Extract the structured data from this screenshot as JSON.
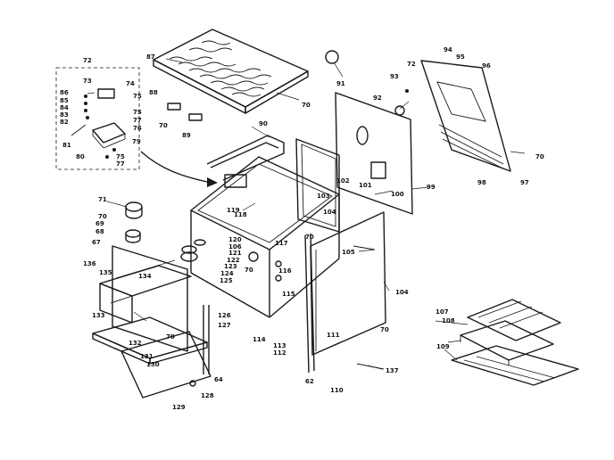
{
  "callouts": [
    {
      "id": "c72a",
      "text": "72"
    },
    {
      "id": "c87",
      "text": "87"
    },
    {
      "id": "c73",
      "text": "73"
    },
    {
      "id": "c74",
      "text": "74"
    },
    {
      "id": "c86",
      "text": "86"
    },
    {
      "id": "c75a",
      "text": "75"
    },
    {
      "id": "c85",
      "text": "85"
    },
    {
      "id": "c75b",
      "text": "75"
    },
    {
      "id": "c84",
      "text": "84"
    },
    {
      "id": "c77a",
      "text": "77"
    },
    {
      "id": "c83",
      "text": "83"
    },
    {
      "id": "c76",
      "text": "76"
    },
    {
      "id": "c82",
      "text": "82"
    },
    {
      "id": "c79",
      "text": "79"
    },
    {
      "id": "c81",
      "text": "81"
    },
    {
      "id": "c80",
      "text": "80"
    },
    {
      "id": "c75c",
      "text": "75"
    },
    {
      "id": "c77b",
      "text": "77"
    },
    {
      "id": "c88",
      "text": "88"
    },
    {
      "id": "c70a",
      "text": "70"
    },
    {
      "id": "c89",
      "text": "89"
    },
    {
      "id": "c70b",
      "text": "70"
    },
    {
      "id": "c91",
      "text": "91"
    },
    {
      "id": "c93",
      "text": "93"
    },
    {
      "id": "c72b",
      "text": "72"
    },
    {
      "id": "c94",
      "text": "94"
    },
    {
      "id": "c95",
      "text": "95"
    },
    {
      "id": "c96",
      "text": "96"
    },
    {
      "id": "c92",
      "text": "92"
    },
    {
      "id": "c90",
      "text": "90"
    },
    {
      "id": "c70c",
      "text": "70"
    },
    {
      "id": "c98",
      "text": "98"
    },
    {
      "id": "c97",
      "text": "97"
    },
    {
      "id": "c99",
      "text": "99"
    },
    {
      "id": "c100",
      "text": "100"
    },
    {
      "id": "c101",
      "text": "101"
    },
    {
      "id": "c102",
      "text": "102"
    },
    {
      "id": "c103",
      "text": "103"
    },
    {
      "id": "c104a",
      "text": "104"
    },
    {
      "id": "c118",
      "text": "118"
    },
    {
      "id": "c119",
      "text": "119"
    },
    {
      "id": "c71",
      "text": "71"
    },
    {
      "id": "c70d",
      "text": "70"
    },
    {
      "id": "c69",
      "text": "69"
    },
    {
      "id": "c68",
      "text": "68"
    },
    {
      "id": "c67",
      "text": "67"
    },
    {
      "id": "c136",
      "text": "136"
    },
    {
      "id": "c135",
      "text": "135"
    },
    {
      "id": "c134",
      "text": "134"
    },
    {
      "id": "c133",
      "text": "133"
    },
    {
      "id": "c132",
      "text": "132"
    },
    {
      "id": "c131",
      "text": "131"
    },
    {
      "id": "c130",
      "text": "130"
    },
    {
      "id": "c129",
      "text": "129"
    },
    {
      "id": "c128",
      "text": "128"
    },
    {
      "id": "c64",
      "text": "64"
    },
    {
      "id": "c70e",
      "text": "70"
    },
    {
      "id": "c126",
      "text": "126"
    },
    {
      "id": "c127",
      "text": "127"
    },
    {
      "id": "c120",
      "text": "120"
    },
    {
      "id": "c106",
      "text": "106"
    },
    {
      "id": "c121",
      "text": "121"
    },
    {
      "id": "c122",
      "text": "122"
    },
    {
      "id": "c123",
      "text": "123"
    },
    {
      "id": "c124",
      "text": "124"
    },
    {
      "id": "c125",
      "text": "125"
    },
    {
      "id": "c70f",
      "text": "70"
    },
    {
      "id": "c117",
      "text": "117"
    },
    {
      "id": "c116",
      "text": "116"
    },
    {
      "id": "c115",
      "text": "115"
    },
    {
      "id": "c114",
      "text": "114"
    },
    {
      "id": "c113",
      "text": "113"
    },
    {
      "id": "c112",
      "text": "112"
    },
    {
      "id": "c111",
      "text": "111"
    },
    {
      "id": "c70g",
      "text": "70"
    },
    {
      "id": "c70h",
      "text": "70"
    },
    {
      "id": "c104b",
      "text": "104"
    },
    {
      "id": "c105",
      "text": "105"
    },
    {
      "id": "c137",
      "text": "137"
    },
    {
      "id": "c110",
      "text": "110"
    },
    {
      "id": "c62",
      "text": "62"
    },
    {
      "id": "c107",
      "text": "107"
    },
    {
      "id": "c108",
      "text": "108"
    },
    {
      "id": "c109",
      "text": "109"
    }
  ]
}
